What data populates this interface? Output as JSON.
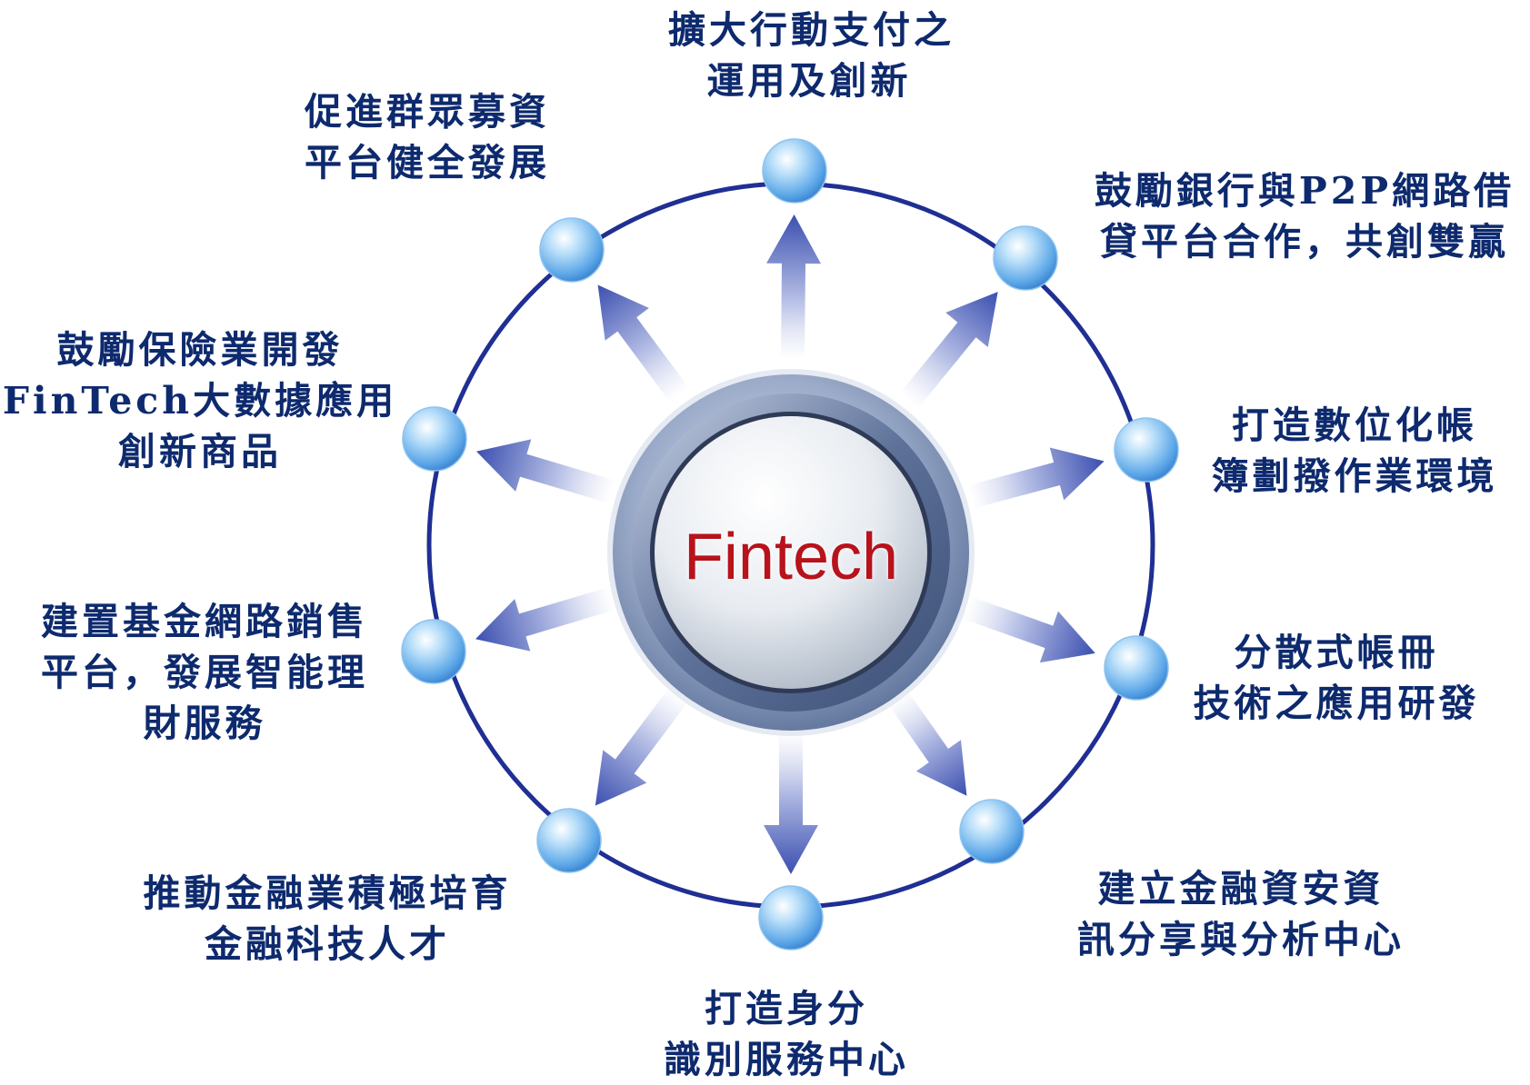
{
  "center": {
    "label": "Fintech"
  },
  "colors": {
    "ring": "#1f2f93",
    "arrow": "#3b4fb0",
    "label": "#0e2a6e",
    "center_text": "#b8121b",
    "node": "#5ea8e8"
  },
  "nodes": [
    {
      "id": "mobile-payment",
      "lines": [
        "擴大行動支付之",
        "運用及創新"
      ]
    },
    {
      "id": "p2p-lending",
      "lines": [
        "鼓勵銀行與P2P網路借",
        "貸平台合作，共創雙贏"
      ]
    },
    {
      "id": "digital-account",
      "lines": [
        "打造數位化帳",
        "簿劃撥作業環境"
      ]
    },
    {
      "id": "distributed-ledger",
      "lines": [
        "分散式帳冊",
        "技術之應用研發"
      ]
    },
    {
      "id": "security-center",
      "lines": [
        "建立金融資安資",
        "訊分享與分析中心"
      ]
    },
    {
      "id": "identity-center",
      "lines": [
        "打造身分",
        "識別服務中心"
      ]
    },
    {
      "id": "talent",
      "lines": [
        "推動金融業積極培育",
        "金融科技人才"
      ]
    },
    {
      "id": "fund-platform",
      "lines": [
        "建置基金網路銷售",
        "平台，發展智能理",
        "財服務"
      ]
    },
    {
      "id": "insurance",
      "lines": [
        "鼓勵保險業開發",
        "FinTech大數據應用",
        "創新商品"
      ]
    },
    {
      "id": "crowdfunding",
      "lines": [
        "促進群眾募資",
        "平台健全發展"
      ]
    }
  ]
}
